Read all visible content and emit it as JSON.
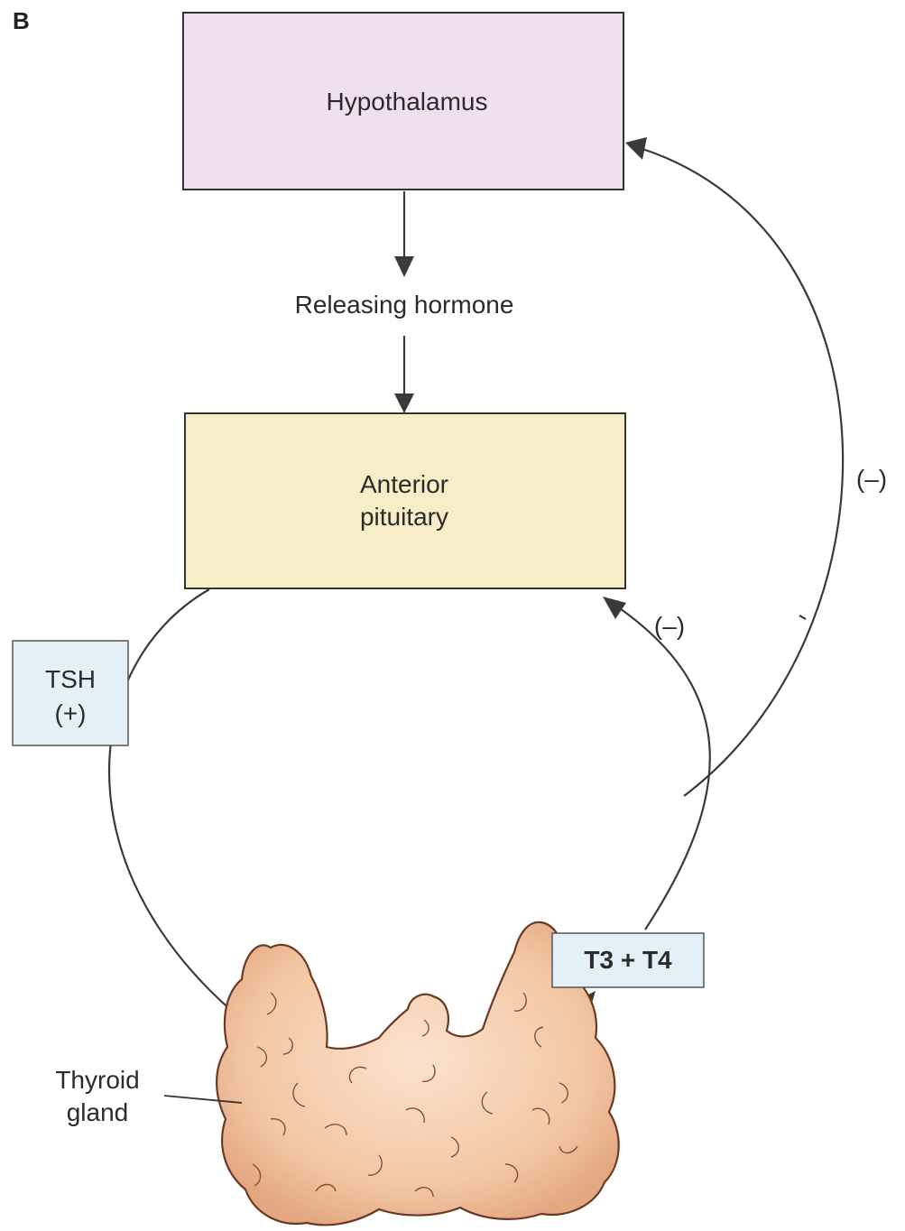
{
  "panel_label": "B",
  "nodes": {
    "hypothalamus": {
      "label": "Hypothalamus",
      "color": "#f0dff0"
    },
    "releasing_hormone": {
      "label": "Releasing hormone"
    },
    "anterior_pituitary": {
      "line1": "Anterior",
      "line2": "pituitary",
      "color": "#f7eec8"
    },
    "tsh": {
      "line1": "TSH",
      "line2": "(+)",
      "color": "#e4f0f8"
    },
    "t3_t4": {
      "label": "T3 + T4",
      "color": "#e4f0f8"
    },
    "thyroid": {
      "line1": "Thyroid",
      "line2": "gland",
      "color": "#f3c7a4",
      "outline": "#6b3a22"
    }
  },
  "feedback": {
    "to_pituitary": "(–)",
    "to_hypothalamus": "(–)"
  }
}
